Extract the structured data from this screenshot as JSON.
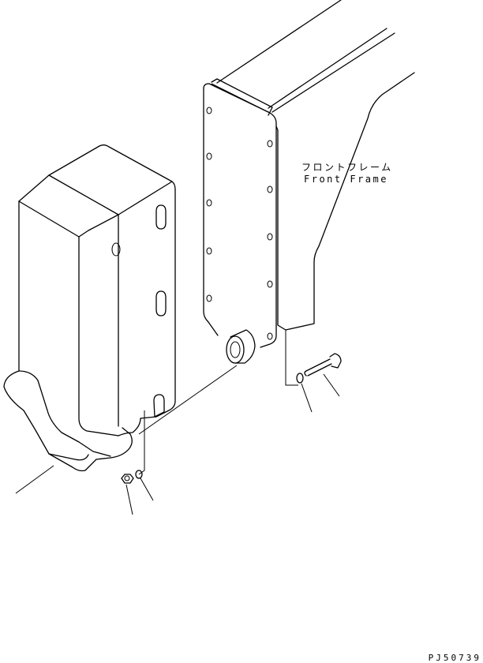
{
  "labels": {
    "front_frame_jp": "フロントフレーム",
    "front_frame_en": "Front Frame"
  },
  "drawing_code": "PJ50739",
  "colors": {
    "line": "#000000",
    "background": "#ffffff"
  }
}
